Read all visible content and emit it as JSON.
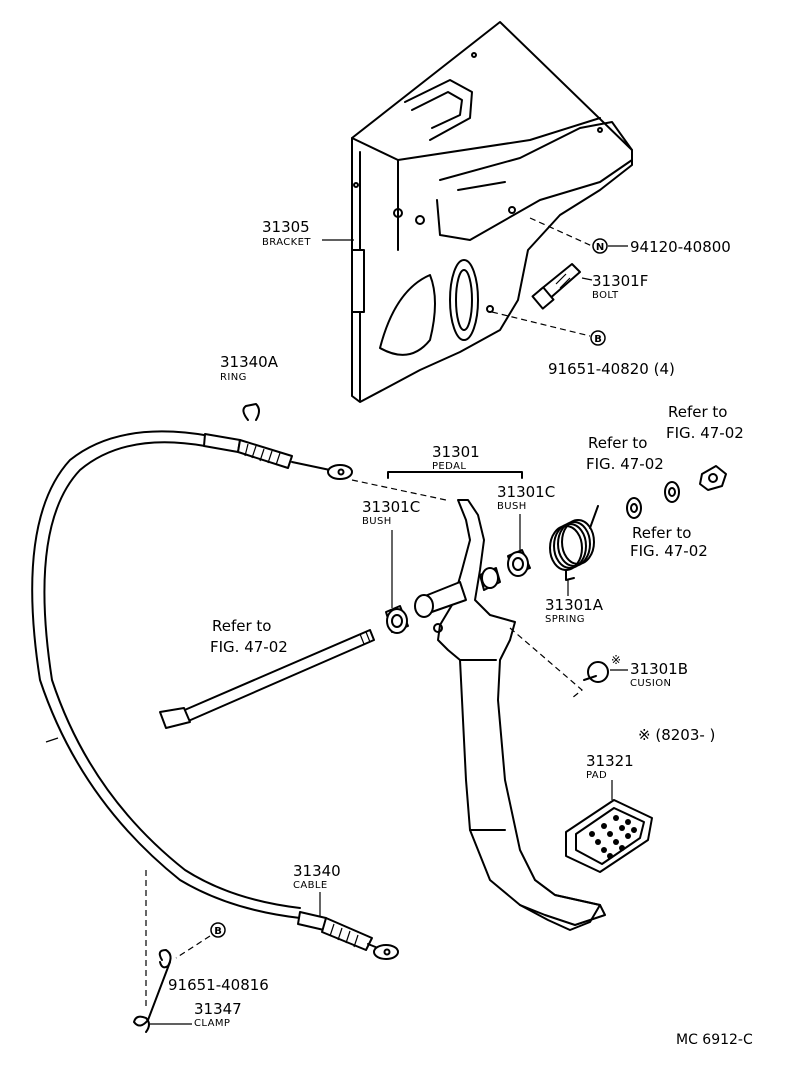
{
  "diagram_code": "MC 6912-C",
  "effective_note": "※ (8203-        )",
  "parts": {
    "bracket": {
      "number": "31305",
      "name": "BRACKET"
    },
    "nut": {
      "number": "94120-40800",
      "badge": "N"
    },
    "bolt": {
      "number": "31301F",
      "name": "BOLT"
    },
    "bolt_washer": {
      "number": "91651-40820 (4)",
      "badge": "B"
    },
    "ring": {
      "number": "31340A",
      "name": "RING"
    },
    "pedal": {
      "number": "31301",
      "name": "PEDAL"
    },
    "bush_left": {
      "number": "31301C",
      "name": "BUSH"
    },
    "bush_right": {
      "number": "31301C",
      "name": "BUSH"
    },
    "spring": {
      "number": "31301A",
      "name": "SPRING"
    },
    "cusion": {
      "number": "31301B",
      "name": "CUSION",
      "mark": "※"
    },
    "pad": {
      "number": "31321",
      "name": "PAD"
    },
    "cable": {
      "number": "31340",
      "name": "CABLE"
    },
    "clip": {
      "number": "91651-40816",
      "badge": "B"
    },
    "clamp": {
      "number": "31347",
      "name": "CLAMP"
    }
  },
  "references": {
    "ref_nut": {
      "line1": "Refer to",
      "line2": "FIG. 47-02"
    },
    "ref_washer_a": {
      "line1": "Refer to",
      "line2": "FIG. 47-02"
    },
    "ref_washer_b": {
      "line1": "Refer to",
      "line2": "FIG. 47-02"
    },
    "ref_shaft": {
      "line1": "Refer to",
      "line2": "FIG. 47-02"
    }
  }
}
